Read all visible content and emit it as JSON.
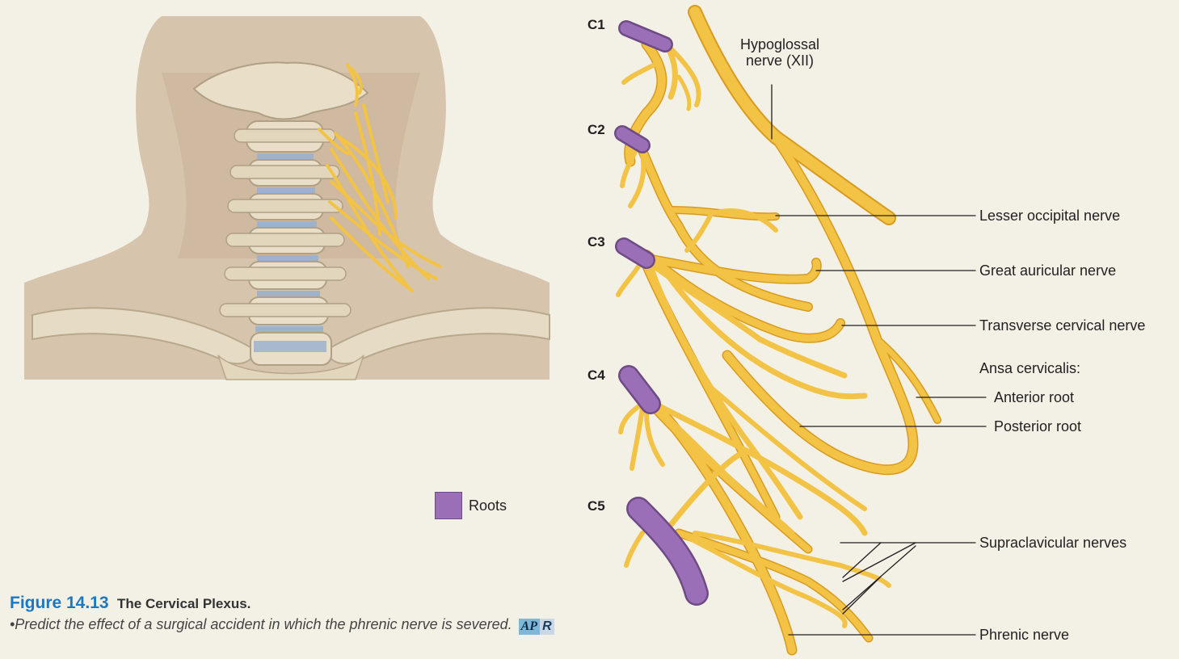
{
  "levels": [
    "C1",
    "C2",
    "C3",
    "C4",
    "C5"
  ],
  "labels": {
    "hypoglossal_line1": "Hypoglossal",
    "hypoglossal_line2": "nerve (XII)",
    "lesser_occipital": "Lesser occipital nerve",
    "great_auricular": "Great auricular nerve",
    "transverse_cervical": "Transverse cervical nerve",
    "ansa": "Ansa cervicalis:",
    "anterior_root": "Anterior root",
    "posterior_root": "Posterior root",
    "supraclavicular": "Supraclavicular nerves",
    "phrenic": "Phrenic nerve"
  },
  "legend": {
    "label": "Roots",
    "color": "#9b6fb7"
  },
  "caption": {
    "figure_number": "Figure 14.13",
    "title": "The Cervical Plexus.",
    "question": "•Predict the effect of a surgical accident in which the phrenic nerve is severed.",
    "badge_ap": "AP",
    "badge_r": "R"
  },
  "colors": {
    "nerve": "#f2c344",
    "nerve_edge": "#d99b1e",
    "root": "#9b6fb7",
    "background": "#f3f0e6",
    "figure_number": "#1e78bf"
  }
}
